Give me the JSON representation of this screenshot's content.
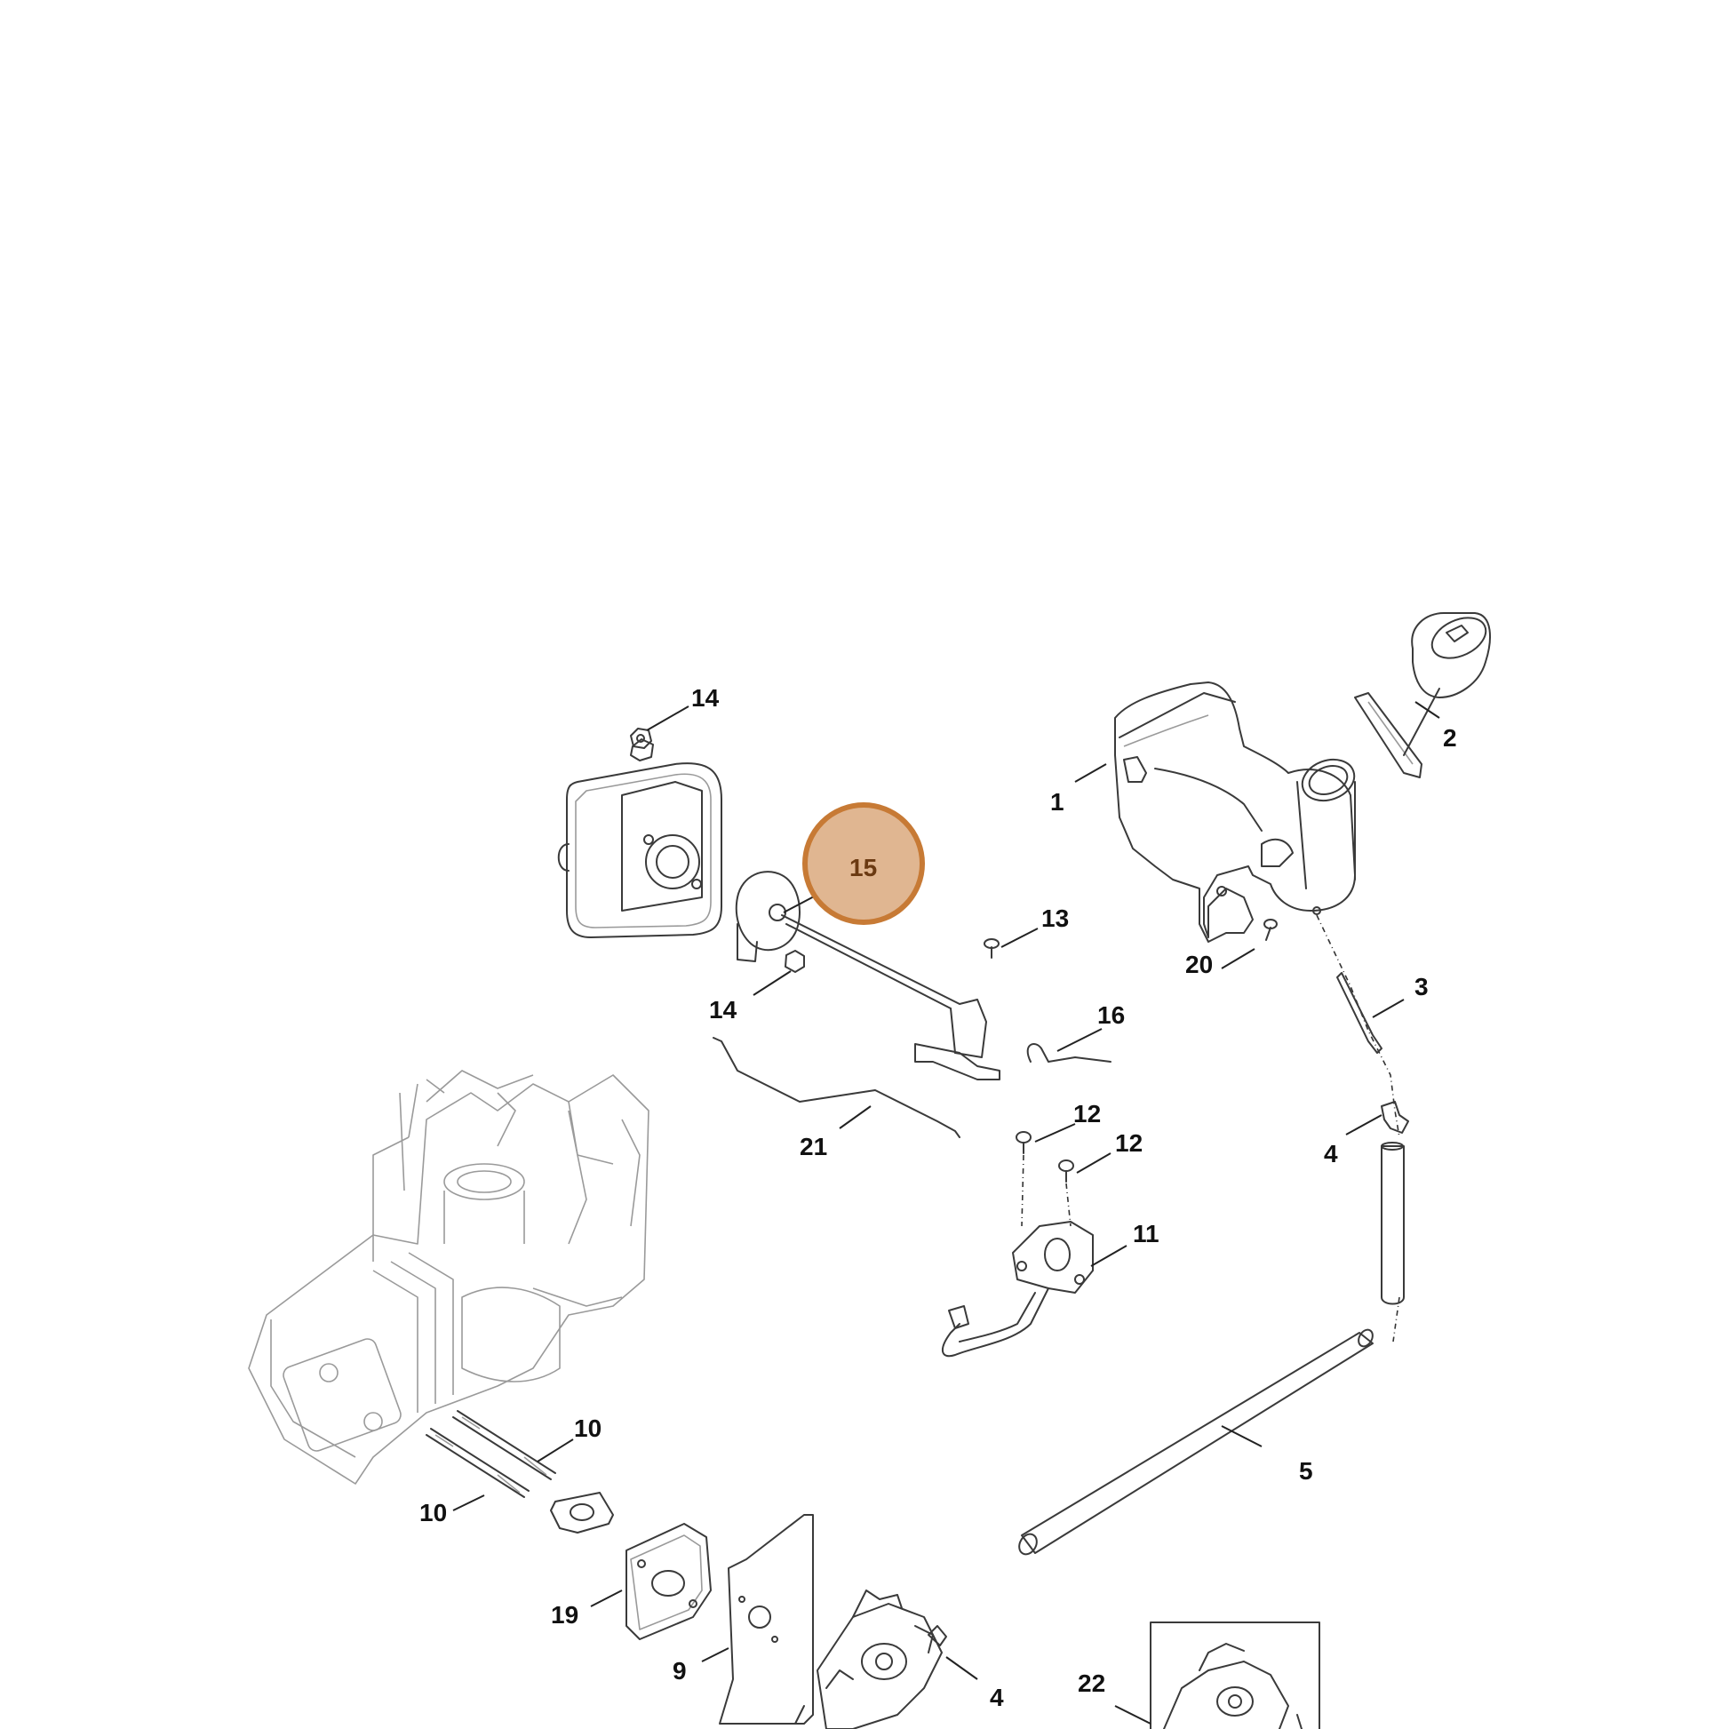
{
  "callouts": {
    "c1": "1",
    "c2": "2",
    "c3": "3",
    "c4a": "4",
    "c4b": "4",
    "c5": "5",
    "c9": "9",
    "c10a": "10",
    "c10b": "10",
    "c11": "11",
    "c12a": "12",
    "c12b": "12",
    "c13": "13",
    "c14a": "14",
    "c14b": "14",
    "c15": "15",
    "c16": "16",
    "c19": "19",
    "c20": "20",
    "c21": "21",
    "c22": "22"
  },
  "highlight": {
    "part": "15",
    "color": "#d49a66"
  }
}
